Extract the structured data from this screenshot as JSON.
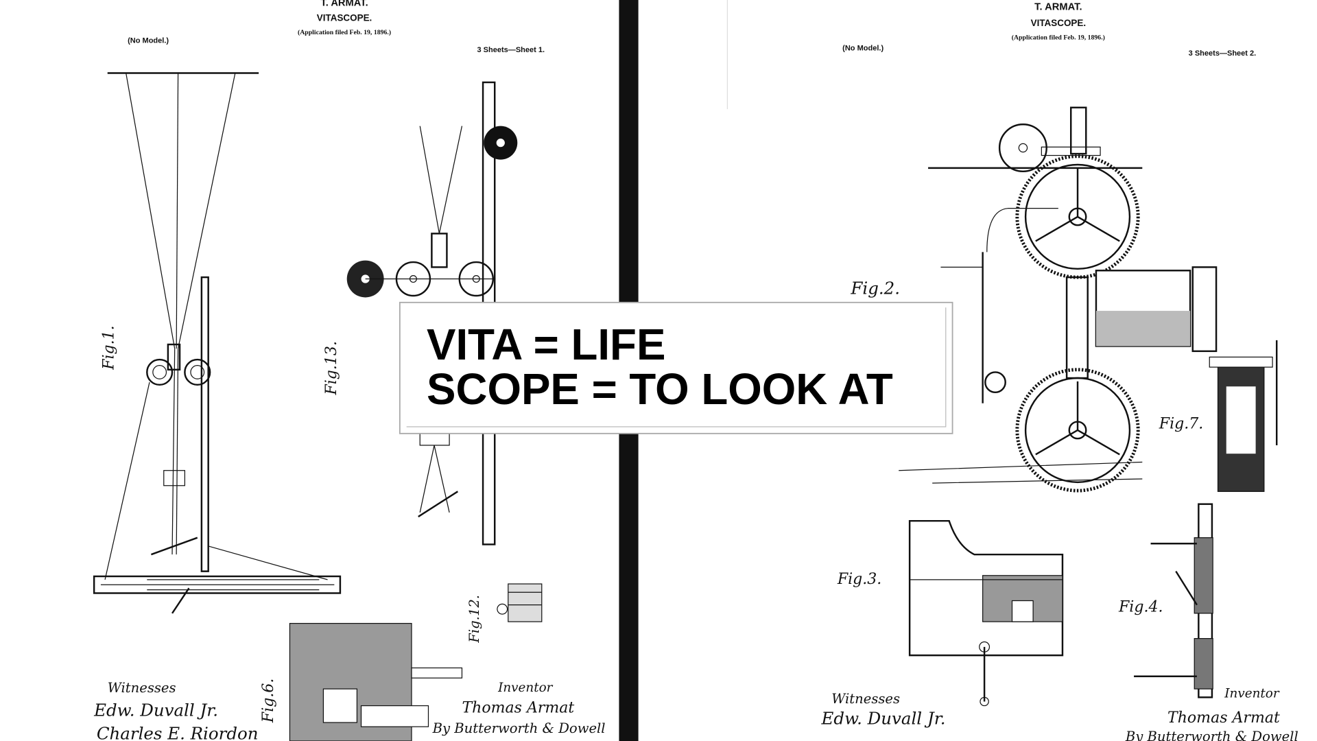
{
  "left_sheet": {
    "inventor": "T. ARMAT.",
    "title": "VITASCOPE.",
    "application": "(Application filed Feb. 19, 1896.)",
    "model": "(No Model.)",
    "sheet": "3 Sheets—Sheet 1.",
    "figures": [
      "Fig.1.",
      "Fig.13.",
      "Fig.12.",
      "Fig.6."
    ],
    "witnesses_label": "Witnesses",
    "witnesses": [
      "Edw. Duvall Jr.",
      "Charles E. Riordon"
    ],
    "inventor_label": "Inventor",
    "inventor_signature": "Thomas Armat",
    "attorney_signature": "By Butterworth & Dowell"
  },
  "right_sheet": {
    "inventor": "T. ARMAT.",
    "title": "VITASCOPE.",
    "application": "(Application filed Feb. 19, 1896.)",
    "model": "(No Model.)",
    "sheet": "3 Sheets—Sheet 2.",
    "figures": [
      "Fig.2.",
      "Fig.3.",
      "Fig.4.",
      "Fig.7."
    ],
    "witnesses_label": "Witnesses",
    "witnesses": [
      "Edw. Duvall Jr."
    ],
    "inventor_label": "Inventor",
    "inventor_signature": "Thomas Armat",
    "attorney_signature": "By Butterworth & Dowell"
  },
  "caption": {
    "line1": "VITA = LIFE",
    "line2": "SCOPE = TO LOOK AT"
  }
}
